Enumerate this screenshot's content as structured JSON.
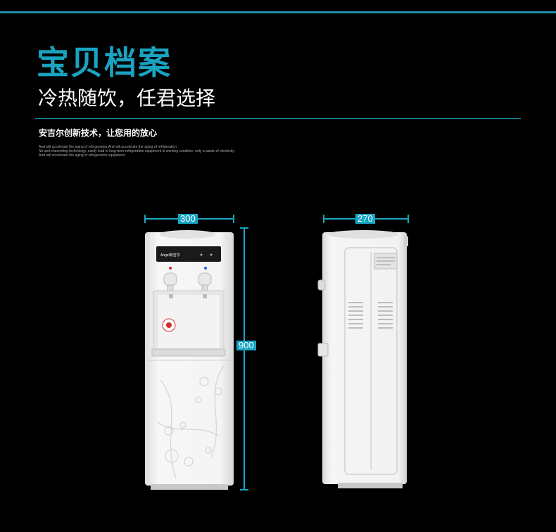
{
  "header": {
    "title": "宝贝档案",
    "subtitle": "冷热随饮，任君选择",
    "tagline": "安吉尔创新技术，让您用的放心",
    "fine_print": [
      "And will accelerate the aging of refrigeration,And will accelerate the aging of refrigeration",
      "No anti-channeling technology, easily lead to long-term refrigeration equipment in working condition, only a waste of electricity",
      "And will accelerate the aging of refrigeration equipment"
    ]
  },
  "product": {
    "front_width": "300",
    "height": "900",
    "side_width": "270",
    "brand_logo": "Angel安吉尔"
  },
  "colors": {
    "accent": "#19a3c0",
    "dimension": "#17a6c4",
    "background": "#000000",
    "body": "#f2f2f2"
  }
}
